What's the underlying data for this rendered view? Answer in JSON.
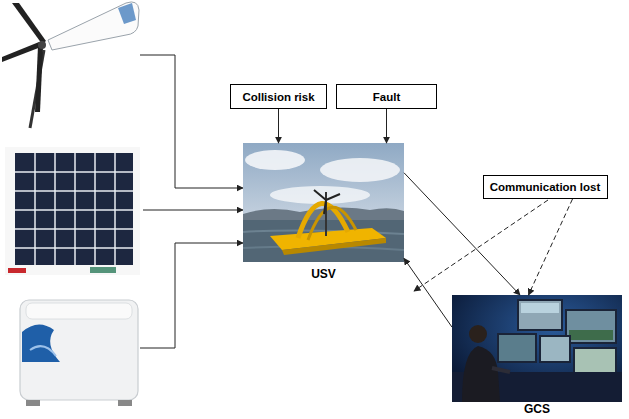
{
  "diagram": {
    "nodes": [
      {
        "text": [
          "Collision risk"
        ]
      },
      {
        "text": [
          "Fault"
        ]
      },
      {
        "text": [
          "USV"
        ]
      },
      {
        "text": [
          "Communication lost"
        ]
      },
      {
        "text": [
          "GCS"
        ]
      }
    ],
    "edges": [
      {
        "from": 0,
        "to": 2,
        "arrow": "to"
      },
      {
        "from": 1,
        "to": 2,
        "arrow": "to"
      },
      {
        "from": 2,
        "to": 4,
        "arrow": "to"
      },
      {
        "from": 4,
        "to": 2,
        "arrow": "to"
      },
      {
        "from": 3,
        "to": 4,
        "arrow": "to"
      }
    ]
  }
}
